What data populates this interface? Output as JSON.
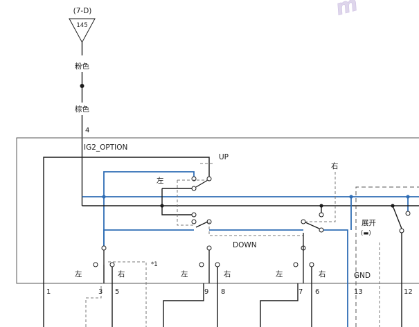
{
  "connector": {
    "ref": "(7-D)",
    "number": "145"
  },
  "wire_colors": {
    "upper": "粉色",
    "lower": "棕色"
  },
  "pins": {
    "input": "4",
    "bottom": [
      "1",
      "3",
      "5",
      "9",
      "8",
      "7",
      "6",
      "13",
      "12"
    ]
  },
  "labels": {
    "ig2": "IG2_OPTION",
    "up": "UP",
    "down": "DOWN",
    "left": "左",
    "right": "右",
    "gnd": "GND",
    "note": "*1",
    "unfold": "展开",
    "unfold_symbol": "(▬)"
  },
  "watermark": "m",
  "colors": {
    "signal_blue": "#2f6db5",
    "wire_black": "#1a1a1a",
    "dashed_gray": "#777777"
  }
}
